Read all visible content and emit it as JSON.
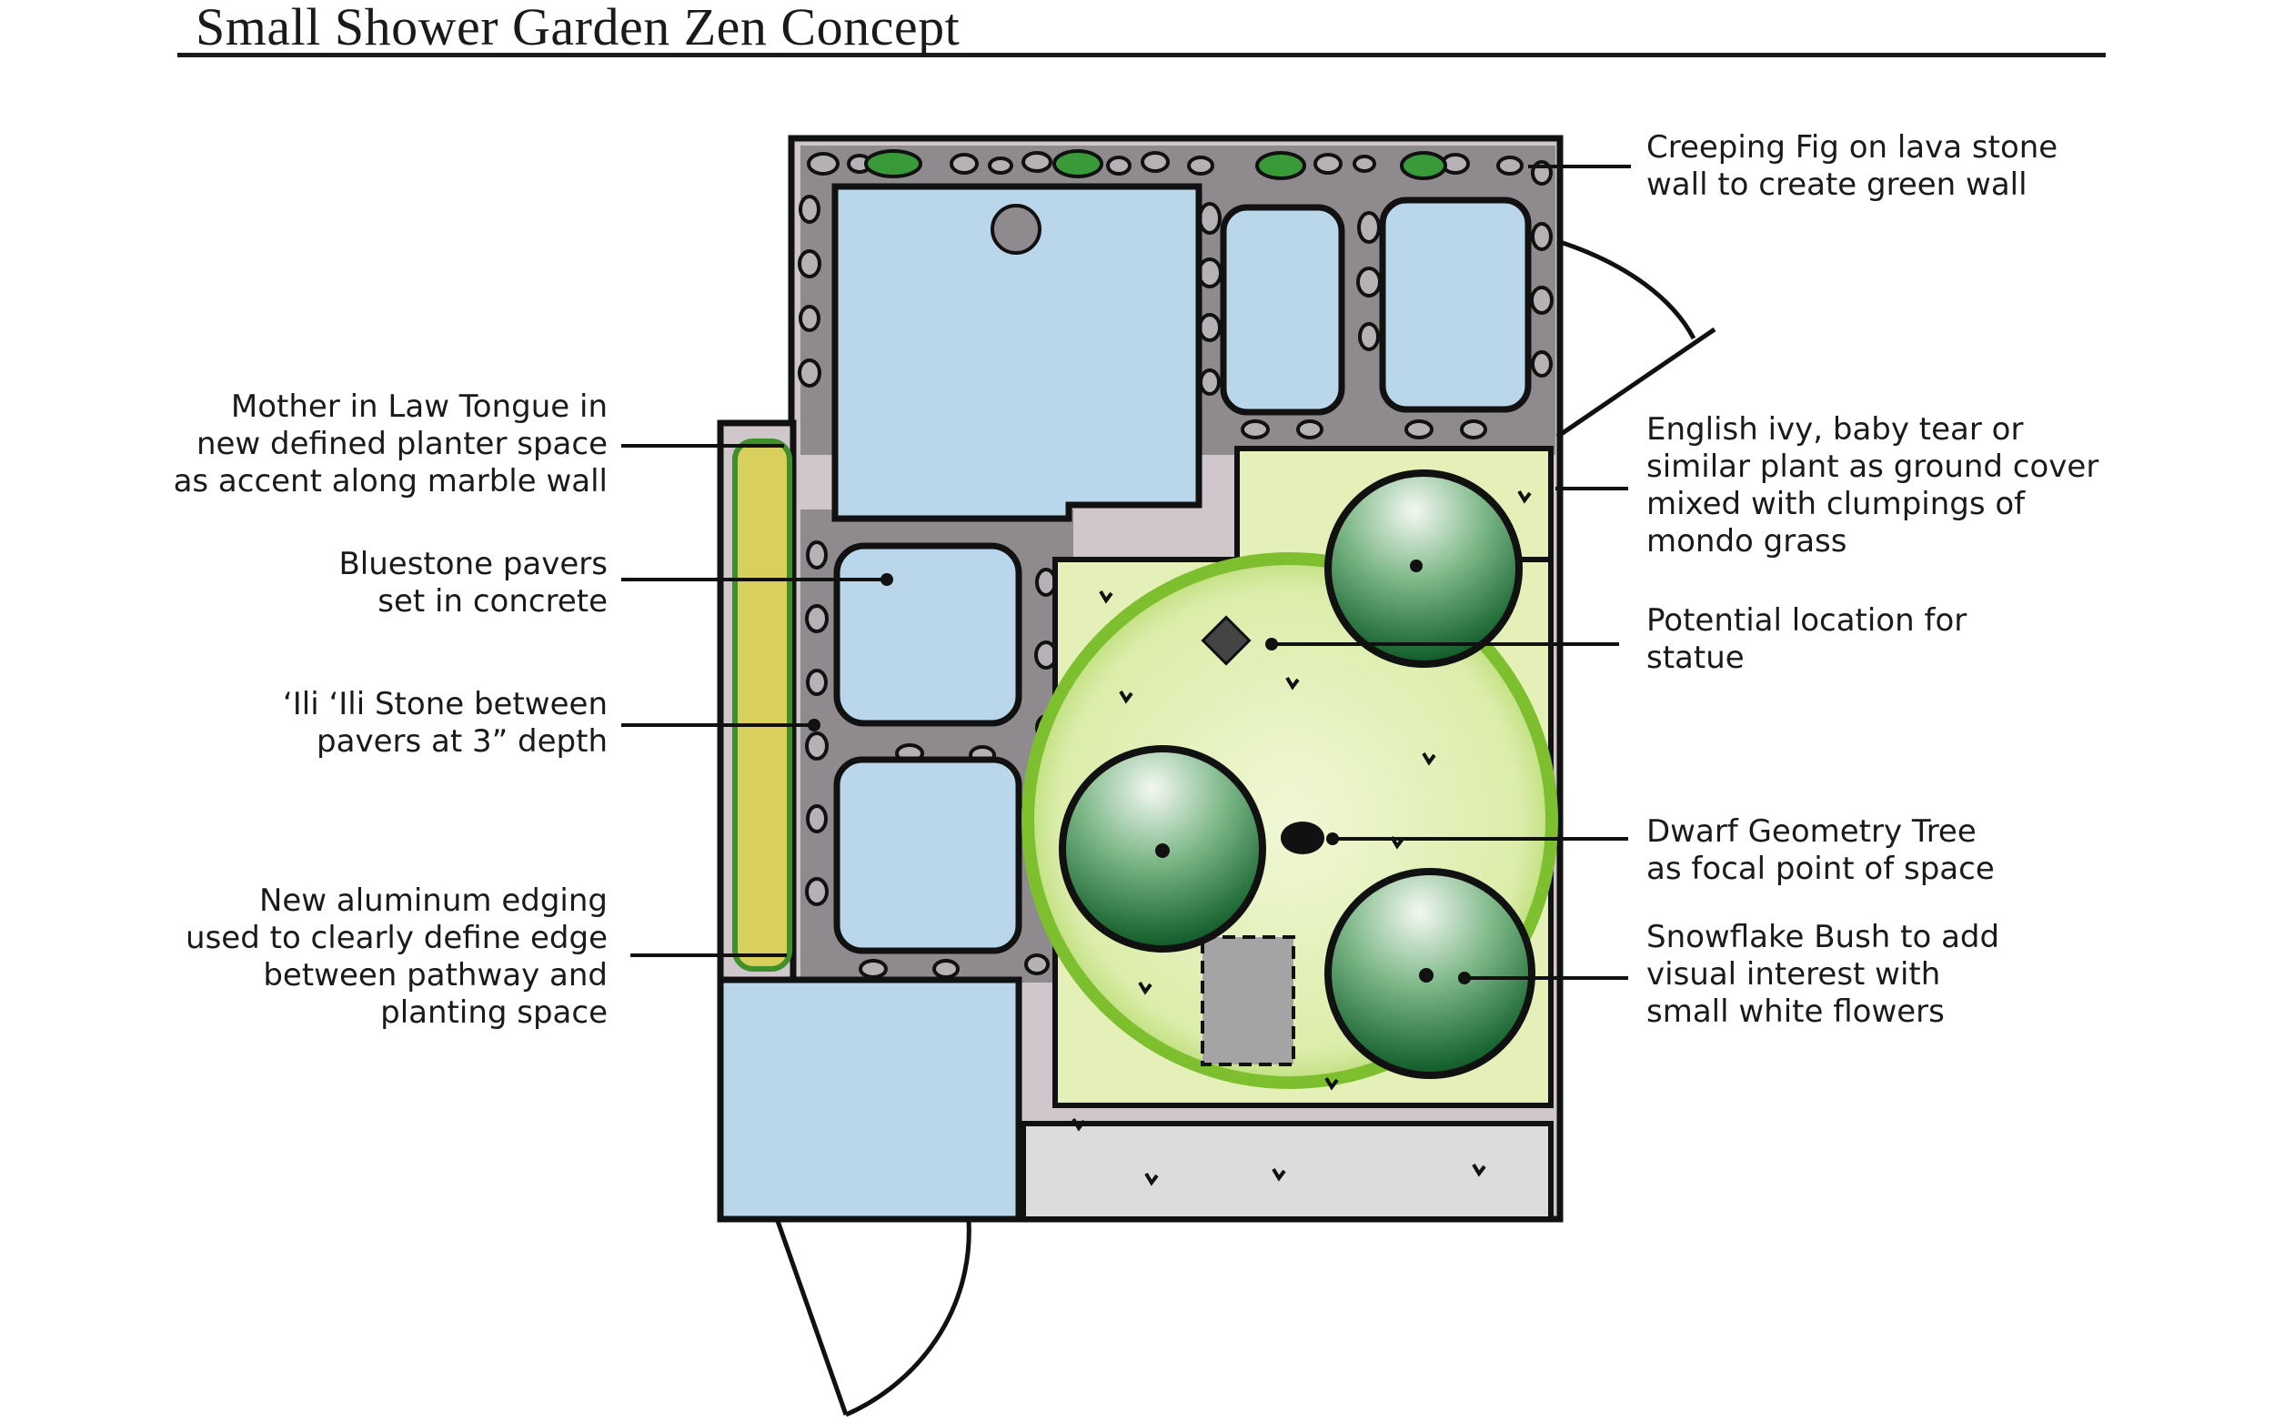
{
  "title": "Small Shower Garden Zen Concept",
  "colors": {
    "paver_blue": "#b9d6ea",
    "concrete_gray": "#cfc7cc",
    "lawn_green": "#e4f0b8",
    "ground_cover": "#c6e476",
    "tree_dark": "#1f7a3a",
    "ink": "#111111"
  },
  "callouts": {
    "mother_in_law": [
      "Mother in Law Tongue in",
      "new defined planter space",
      "as accent along marble wall"
    ],
    "bluestone": [
      "Bluestone pavers",
      "set in concrete"
    ],
    "ili_stone": [
      "‘Ili ‘Ili Stone between",
      "pavers at 3” depth"
    ],
    "edging": [
      "New aluminum edging",
      "used to clearly define edge",
      "between pathway and",
      "planting space"
    ],
    "creeping_fig": [
      "Creeping Fig on lava stone",
      "wall to create green wall"
    ],
    "english_ivy": [
      "English ivy, baby tear or",
      "similar plant as ground cover",
      "mixed with clumpings of",
      "mondo grass"
    ],
    "statue": [
      "Potential location for",
      "statue"
    ],
    "dwarf_tree": [
      "Dwarf Geometry Tree",
      "as focal point of space"
    ],
    "snowflake": [
      "Snowflake Bush to add",
      "visual interest with",
      "small white flowers"
    ]
  }
}
